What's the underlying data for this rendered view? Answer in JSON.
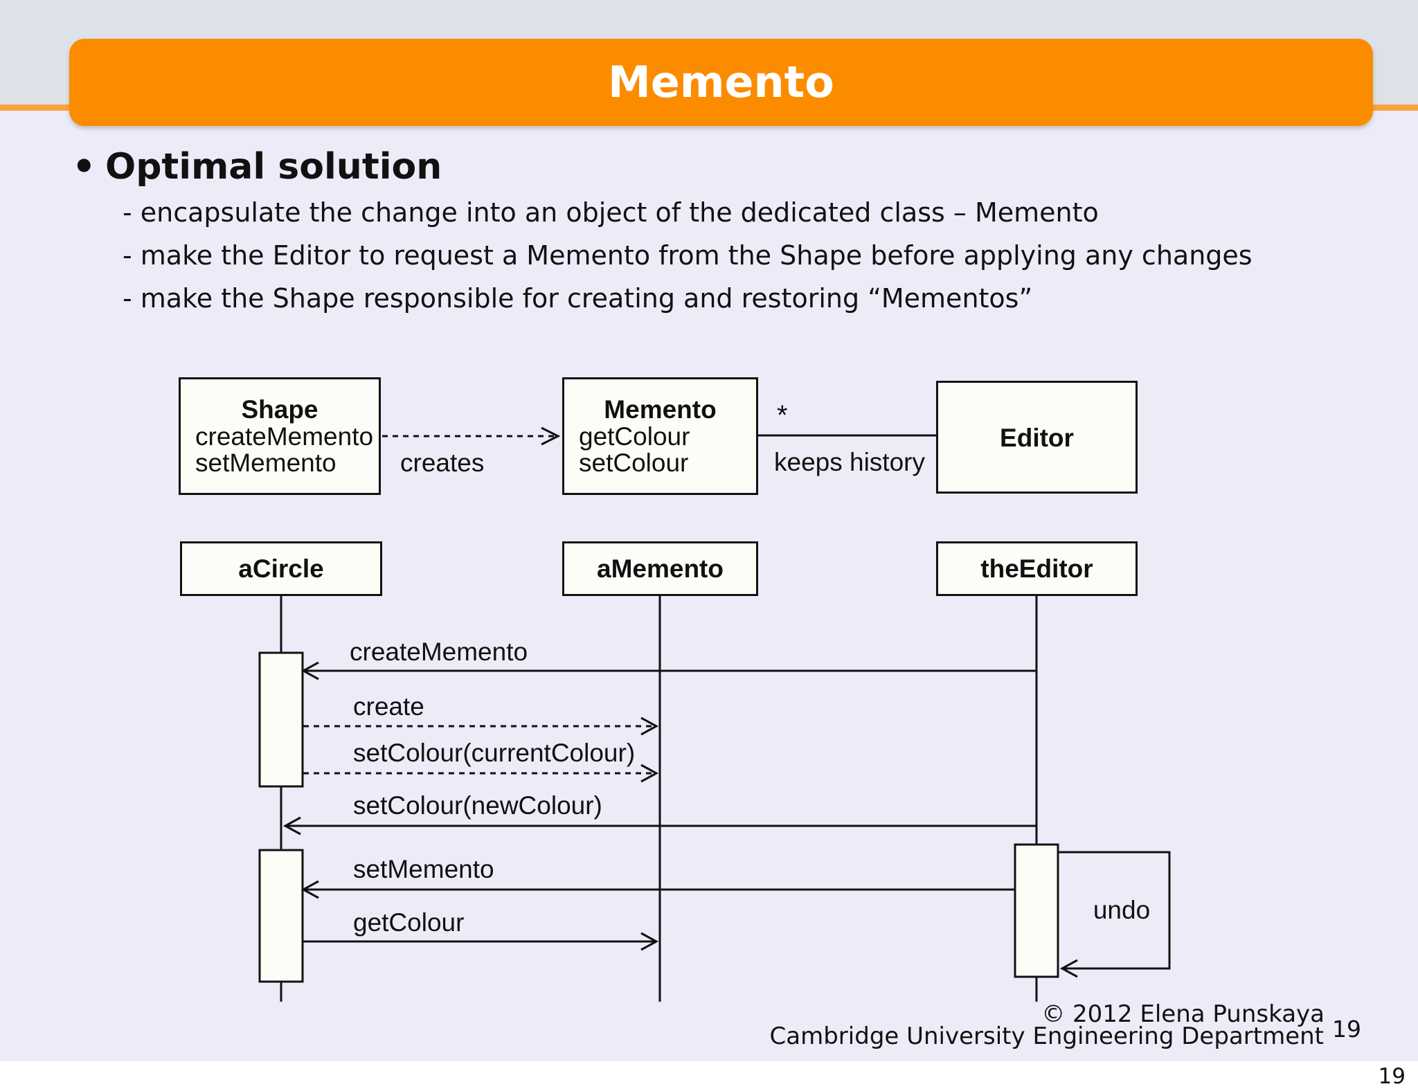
{
  "slide": {
    "title": "Memento"
  },
  "colors": {
    "header_bar": "#FB8C00",
    "header_strip": "#F9A440",
    "header_band": "#DDE1E8",
    "background": "#ECECF9",
    "box_fill": "#FDFDF8",
    "line": "#111111"
  },
  "bullets": {
    "heading_marker": "•",
    "heading": "Optimal solution",
    "items": [
      "- encapsulate the change into an object of the dedicated class – Memento",
      "- make the Editor to request a Memento from the Shape before applying any changes",
      "- make the Shape responsible for creating and restoring “Mementos”"
    ]
  },
  "class_diagram": {
    "shape": {
      "name": "Shape",
      "method1": "createMemento",
      "method2": "setMemento"
    },
    "memento": {
      "name": "Memento",
      "method1": "getColour",
      "method2": "setColour"
    },
    "editor": {
      "name": "Editor"
    },
    "creates_label": "creates",
    "multiplicity": "*",
    "association_label": "keeps history"
  },
  "sequence_diagram": {
    "lifelines": {
      "circle": "aCircle",
      "memento": "aMemento",
      "editor": "theEditor"
    },
    "messages": {
      "create_memento": "createMemento",
      "create": "create",
      "set_colour_current": "setColour(currentColour)",
      "set_colour_new": "setColour(newColour)",
      "set_memento": "setMemento",
      "get_colour": "getColour",
      "undo": "undo"
    }
  },
  "footer": {
    "copyright": "© 2012 Elena Punskaya",
    "affiliation": "Cambridge University Engineering Department",
    "slide_number": "19",
    "page_number": "19"
  }
}
